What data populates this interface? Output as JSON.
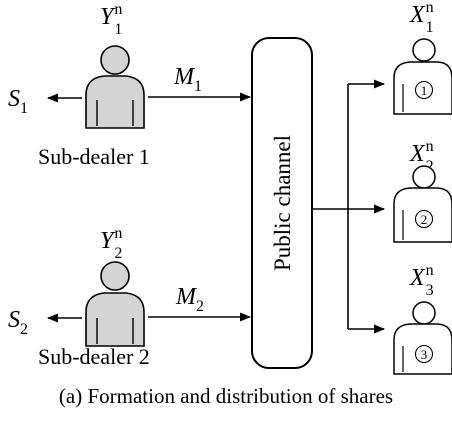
{
  "sub_dealers": [
    {
      "y_base": "Y",
      "y_sub": "1",
      "y_sup": "n",
      "s_base": "S",
      "s_sub": "1",
      "m_base": "M",
      "m_sub": "1",
      "name": "Sub-dealer 1"
    },
    {
      "y_base": "Y",
      "y_sub": "2",
      "y_sup": "n",
      "s_base": "S",
      "s_sub": "2",
      "m_base": "M",
      "m_sub": "2",
      "name": "Sub-dealer 2"
    }
  ],
  "channel": {
    "label": "Public channel"
  },
  "receivers": [
    {
      "x_base": "X",
      "x_sub": "1",
      "x_sup": "n",
      "badge": "1"
    },
    {
      "x_base": "X",
      "x_sub": "2",
      "x_sup": "n",
      "badge": "2"
    },
    {
      "x_base": "X",
      "x_sub": "3",
      "x_sup": "n",
      "badge": "3"
    }
  ],
  "caption": "(a) Formation and distribution of shares",
  "colors": {
    "person_fill": "#d4d4d4",
    "stroke": "#000000",
    "background": "#ffffff"
  }
}
